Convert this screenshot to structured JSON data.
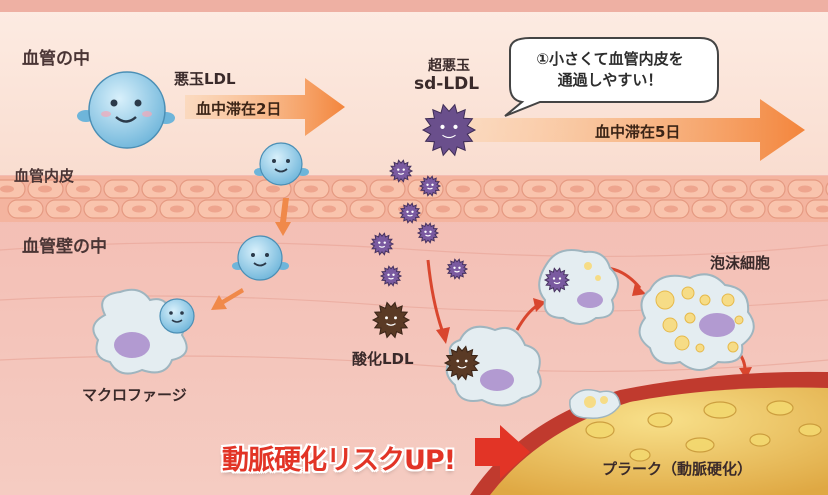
{
  "labels": {
    "blood_vessel_inside": "血管の中",
    "endothelium": "血管内皮",
    "vessel_wall_inside": "血管壁の中",
    "bad_ldl": "悪玉LDL",
    "bad_ldl_duration": "血中滞在2日",
    "super_bad": "超悪玉",
    "sd_ldl": "sd-LDL",
    "sd_ldl_duration": "血中滞在5日",
    "note_line1": "①小さくて血管内皮を",
    "note_line2": "通過しやすい！",
    "oxidized_ldl": "酸化LDL",
    "macrophage": "マクロファージ",
    "foam_cell": "泡沫細胞",
    "plaque": "プラーク（動脈硬化）",
    "risk": "動脈硬化リスクUP!"
  },
  "colors": {
    "lumen": "#fbe3d6",
    "wall": "#f3c0b5",
    "cell": "#f9c4ad",
    "arrow": "#f38d46",
    "risk": "#e23426",
    "ldl": "#8dcbe8",
    "sd_ldl": "#6a4f8c",
    "oxidized": "#5a3a25",
    "plaque": "#f1d063"
  }
}
